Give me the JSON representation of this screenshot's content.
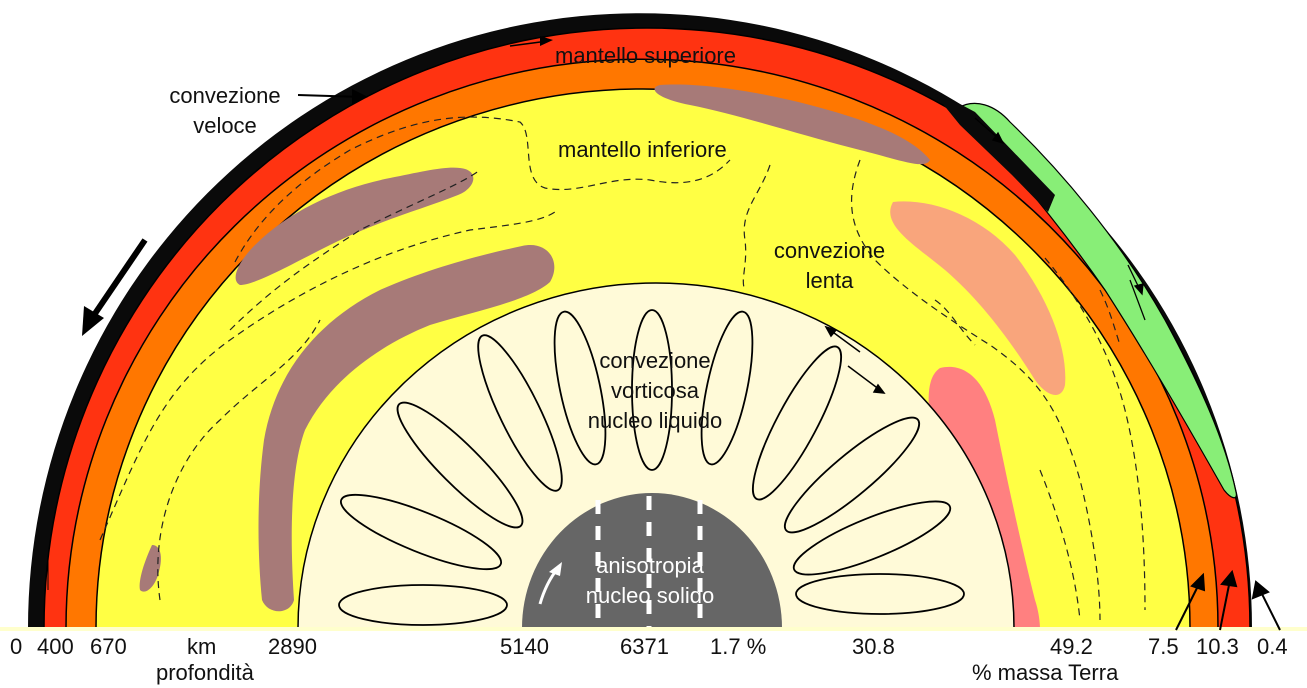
{
  "labels": {
    "fast_convection": [
      "convezione",
      "veloce"
    ],
    "upper_mantle": "mantello superiore",
    "lower_mantle": "mantello inferiore",
    "slow_convection": [
      "convezione",
      "lenta"
    ],
    "liquid_core": [
      "convezione",
      "vorticosa",
      "nucleo liquido"
    ],
    "solid_core": [
      "anisotropia",
      "nucleo solido"
    ]
  },
  "depth_axis": {
    "ticks": [
      "0",
      "400",
      "670",
      "2890",
      "5140",
      "6371"
    ],
    "unit": "km",
    "title": "profondità"
  },
  "mass_axis": {
    "ticks": [
      "1.7 %",
      "30.8",
      "49.2",
      "7.5",
      "10.3",
      "0.4"
    ],
    "title": "% massa Terra"
  },
  "colors": {
    "crust": "#0a0a0a",
    "upper_mantle": "#ff3311",
    "transition_zone": "#ff7700",
    "lower_mantle": "#ffff44",
    "outer_core": "#fffad8",
    "inner_core": "#666666",
    "slab": "#a77a78",
    "plume_light": "#f9a57c",
    "plume_pink": "#ff8080",
    "continent": "#88ee77"
  }
}
